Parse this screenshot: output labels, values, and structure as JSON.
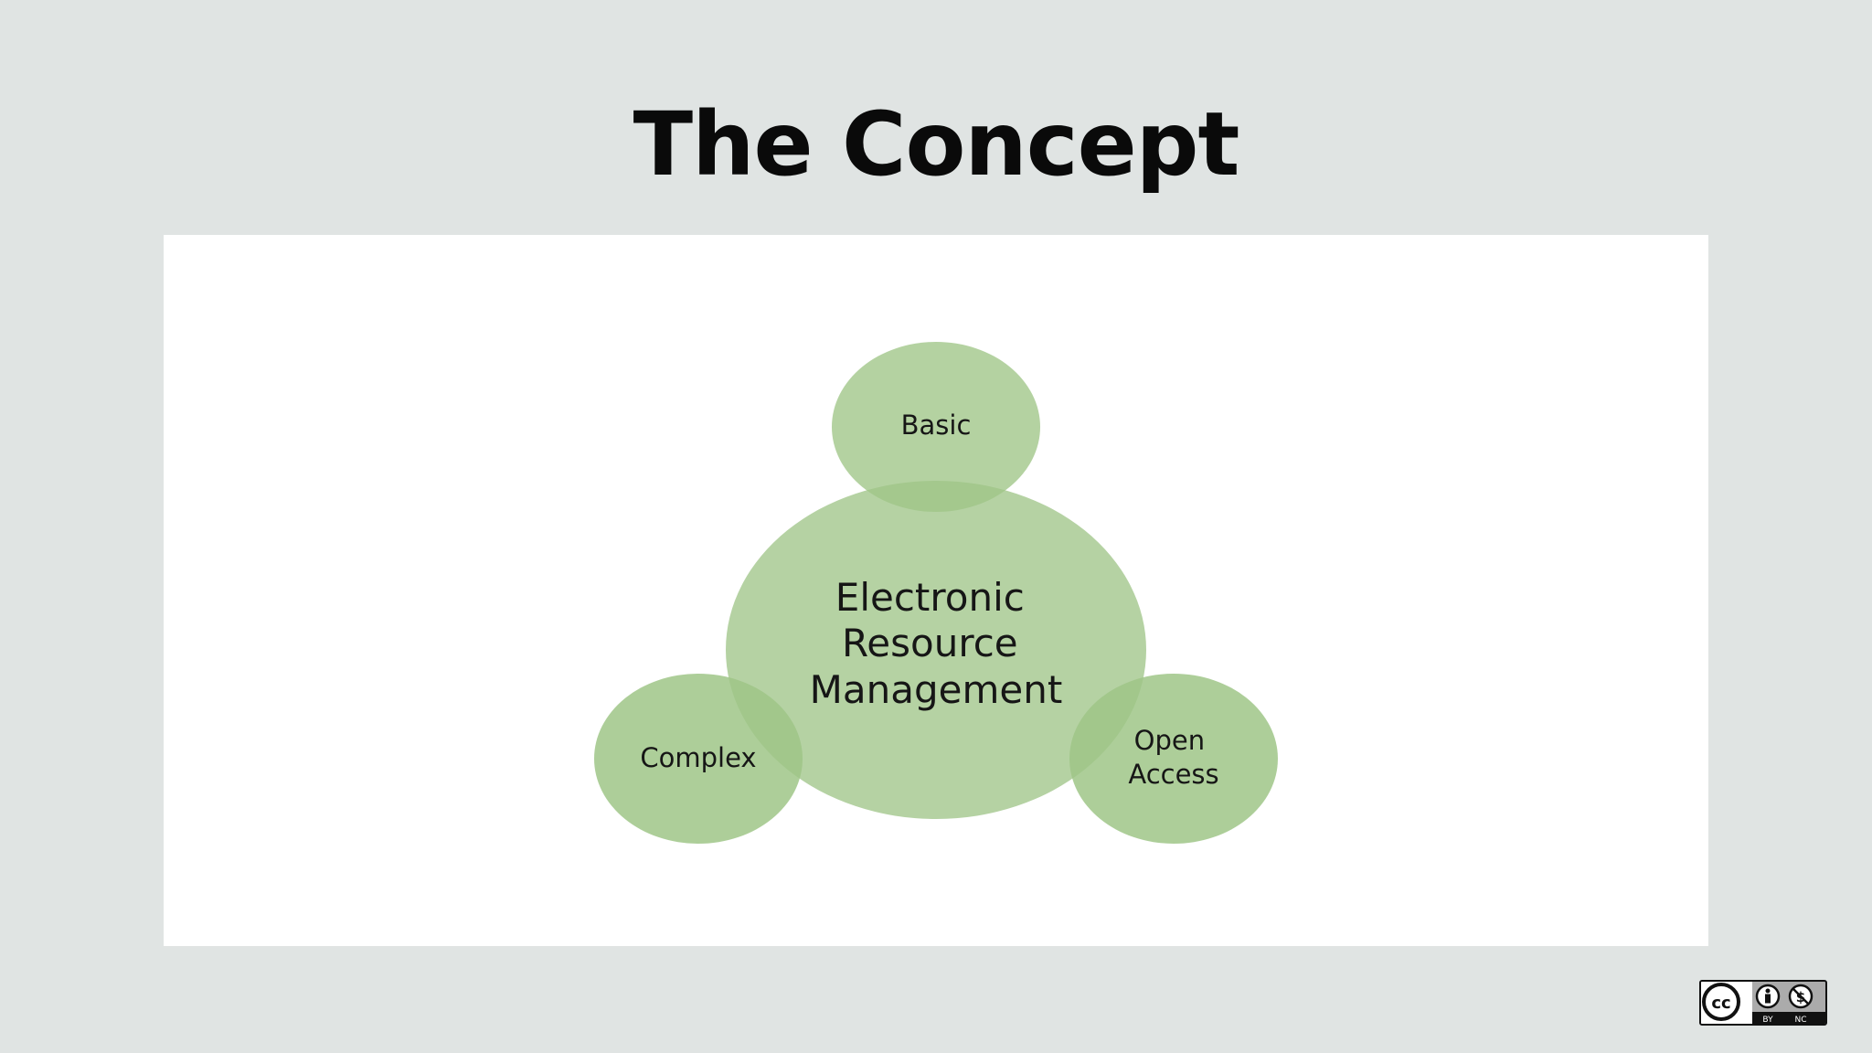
{
  "slide": {
    "title": "The Concept"
  },
  "diagram": {
    "center": {
      "lines": [
        "Electronic",
        "Resource",
        "Management"
      ]
    },
    "satellites": [
      {
        "id": "basic",
        "lines": [
          "Basic"
        ]
      },
      {
        "id": "complex",
        "lines": [
          "Complex"
        ]
      },
      {
        "id": "open-access",
        "lines": [
          "Open",
          "Access"
        ]
      }
    ],
    "colors": {
      "center_fill": "#b5d2a3",
      "satellite_fill": "#9fc587",
      "panel_background": "#ffffff",
      "slide_background": "#e0e4e3"
    }
  },
  "license": {
    "icons": [
      "cc-icon",
      "attribution-icon",
      "non-commercial-icon"
    ],
    "labels": [
      "BY",
      "NC"
    ]
  }
}
